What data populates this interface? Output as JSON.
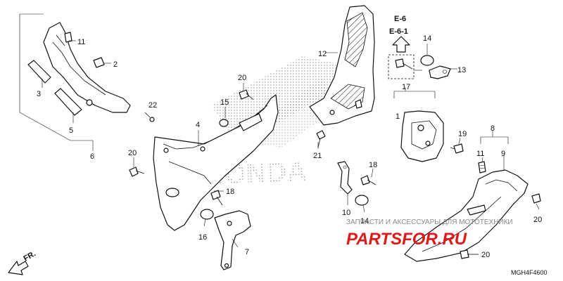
{
  "diagram": {
    "callouts": {
      "p2": "2",
      "p3": "3",
      "p4": "4",
      "p5": "5",
      "p6": "6",
      "p7": "7",
      "p8": "8",
      "p9": "9",
      "p10": "10",
      "p11a": "11",
      "p11b": "11",
      "p12": "12",
      "p13": "13",
      "p14a": "14",
      "p14b": "14",
      "p15": "15",
      "p16": "16",
      "p17": "17",
      "p18a": "18",
      "p18b": "18",
      "p19": "19",
      "p20a": "20",
      "p20b": "20",
      "p20c": "20",
      "p20d": "20",
      "p21": "21",
      "p22": "22"
    },
    "reference": {
      "line1": "E-6",
      "line2": "E-6-1"
    },
    "front_marker": "FR.",
    "diagram_code": "MGH4F4600",
    "watermark": {
      "logo_text": "HONDA",
      "shop_tagline": "ЗАПЧАСТИ И АКСЕССУАРЫ ДЛЯ МОТОТЕХНИКИ",
      "shop_brand": "PARTSFOR.RU"
    },
    "colors": {
      "line": "#111111",
      "brand_red": "#e01a1a",
      "watermark_gray": "#8a8a8a"
    }
  }
}
